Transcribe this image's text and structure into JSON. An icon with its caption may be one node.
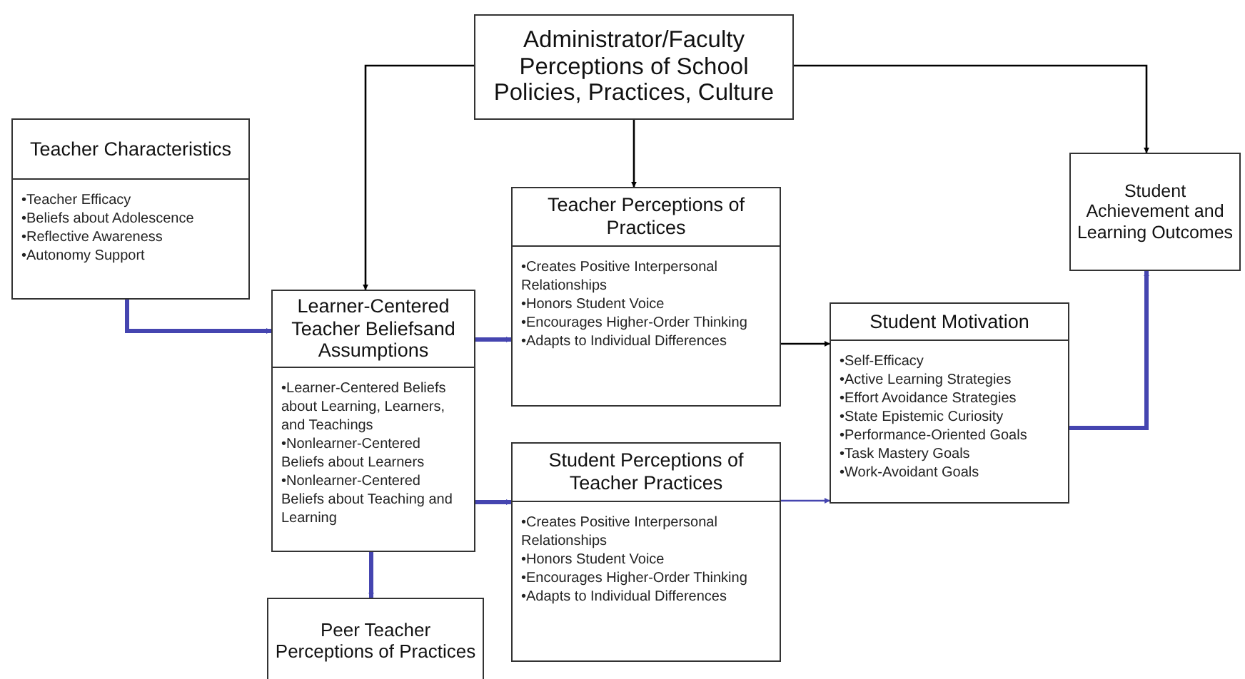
{
  "diagram": {
    "nodes": [
      {
        "text": [
          "Administrator/Faculty Perceptions of School Policies, Practices, Culture"
        ]
      },
      {
        "text": [
          "Teacher Characteristics",
          "•Teacher Efficacy",
          "•Beliefs about Adolescence",
          "•Reflective Awareness",
          "•Autonomy Support"
        ]
      },
      {
        "text": [
          "Learner-Centered Teacher Beliefsand Assumptions",
          "•Learner-Centered Beliefs about Learning, Learners, and Teachings",
          "•Nonlearner-Centered Beliefs about Learners",
          "•Nonlearner-Centered Beliefs about Teaching and Learning"
        ]
      },
      {
        "text": [
          "Teacher Perceptions of Practices",
          "•Creates Positive Interpersonal Relationships",
          "•Honors Student Voice",
          "•Encourages Higher-Order Thinking",
          "•Adapts to Individual Differences"
        ]
      },
      {
        "text": [
          "Student Perceptions of Teacher Practices",
          "•Creates Positive Interpersonal Relationships",
          "•Honors Student Voice",
          "•Encourages Higher-Order Thinking",
          "•Adapts to Individual Differences"
        ]
      },
      {
        "text": [
          "Student Motivation",
          "•Self-Efficacy",
          "•Active Learning Strategies",
          "•Effort Avoidance Strategies",
          "•State Epistemic Curiosity",
          "•Performance-Oriented Goals",
          "•Task Mastery Goals",
          "•Work-Avoidant Goals"
        ]
      },
      {
        "text": [
          "Student Achievement and Learning Outcomes"
        ]
      },
      {
        "text": [
          "Peer Teacher Perceptions of Practices"
        ]
      }
    ],
    "edges": [
      {
        "from": 0,
        "to": 2,
        "arrow": "to",
        "color": "#000000"
      },
      {
        "from": 0,
        "to": 3,
        "arrow": "to",
        "color": "#000000"
      },
      {
        "from": 0,
        "to": 6,
        "arrow": "to",
        "color": "#000000"
      },
      {
        "from": 1,
        "to": 2,
        "arrow": "to",
        "style": "thick"
      },
      {
        "from": 2,
        "to": 3,
        "arrow": "to",
        "style": "thick"
      },
      {
        "from": 2,
        "to": 4,
        "arrow": "to",
        "style": "thick"
      },
      {
        "from": 2,
        "to": 7,
        "arrow": "to",
        "style": "thick"
      },
      {
        "from": 3,
        "to": 5,
        "arrow": "to",
        "color": "#000000"
      },
      {
        "from": 4,
        "to": 5,
        "arrow": "to"
      },
      {
        "from": 5,
        "to": 6,
        "arrow": "to",
        "style": "thick"
      }
    ]
  }
}
